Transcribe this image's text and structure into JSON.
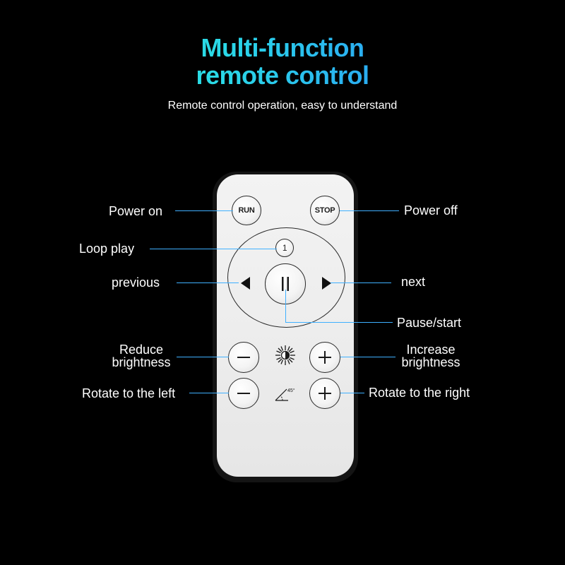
{
  "header": {
    "title_line1": "Multi-function",
    "title_line2": "remote control",
    "subtitle": "Remote control operation, easy to understand"
  },
  "remote": {
    "run_label": "RUN",
    "stop_label": "STOP",
    "loop_label": "1",
    "angle_label": "45°"
  },
  "callouts": {
    "power_on": "Power on",
    "power_off": "Power off",
    "loop_play": "Loop play",
    "previous": "previous",
    "next": "next",
    "pause_start": "Pause/start",
    "reduce_brightness_1": "Reduce",
    "reduce_brightness_2": "brightness",
    "increase_brightness_1": "Increase",
    "increase_brightness_2": "brightness",
    "rotate_left": "Rotate to the left",
    "rotate_right": "Rotate to the right"
  },
  "colors": {
    "accent_line": "#3fb0ff",
    "title_gradient_start": "#2ef0c8",
    "title_gradient_end": "#2a7cf6"
  }
}
